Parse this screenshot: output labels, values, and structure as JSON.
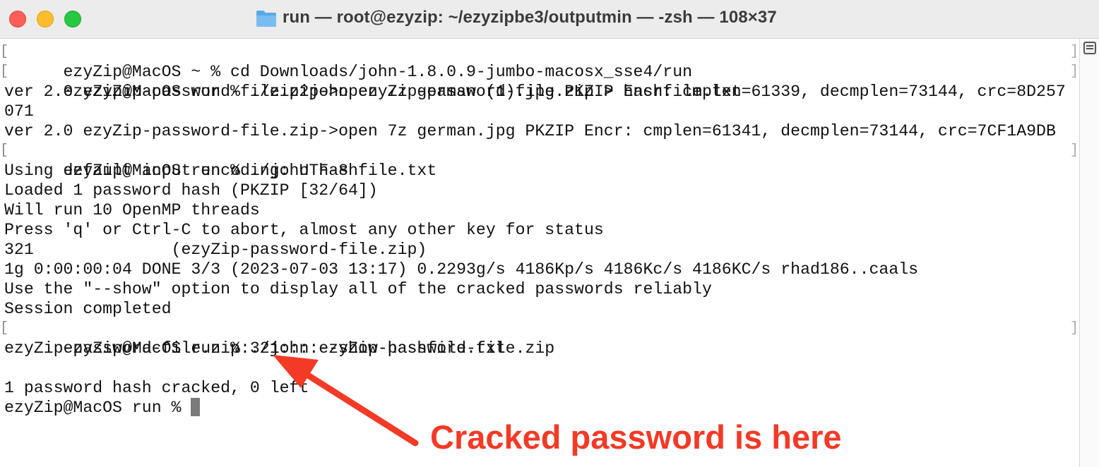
{
  "window": {
    "title": "run — root@ezyzip: ~/ezyzipbe3/outputmin — -zsh — 108×37"
  },
  "terminal": {
    "lines": [
      "ezyZip@MacOS ~ % cd Downloads/john-1.8.0.9-jumbo-macosx_sse4/run",
      "ezyZip@MacOS run % ./zip2john ezyZip-password-file.zip > hashfile.txt",
      "ver 2.0 ezyZip-password-file.zip->open 7z german (1).jpg PKZIP Encr: cmplen=61339, decmplen=73144, crc=8D257",
      "071",
      "ver 2.0 ezyZip-password-file.zip->open 7z german.jpg PKZIP Encr: cmplen=61341, decmplen=73144, crc=7CF1A9DB",
      "ezyZip@MacOS run % ./john hashfile.txt",
      "Using default input encoding: UTF-8",
      "Loaded 1 password hash (PKZIP [32/64])",
      "Will run 10 OpenMP threads",
      "Press 'q' or Ctrl-C to abort, almost any other key for status",
      "321              (ezyZip-password-file.zip)",
      "1g 0:00:00:04 DONE 3/3 (2023-07-03 13:17) 0.2293g/s 4186Kp/s 4186Kc/s 4186KC/s rhad186..caals",
      "Use the \"--show\" option to display all of the cracked passwords reliably",
      "Session completed",
      "ezyZip@MacOS run % ./john --show hashfile.txt",
      "ezyZip-password-file.zip:321::::ezyZip-password-file.zip",
      "",
      "1 password hash cracked, 0 left",
      "ezyZip@MacOS run % "
    ]
  },
  "annotation": {
    "text": "Cracked password is here",
    "color": "#f23a26"
  },
  "colors": {
    "close": "#fe5f57",
    "minimize": "#febc2e",
    "zoom": "#28c840",
    "folder": "#5aa9e6"
  },
  "icons": {
    "title_icon": "folder-icon",
    "scrollbar_icon": "inspector-toggle-icon"
  }
}
